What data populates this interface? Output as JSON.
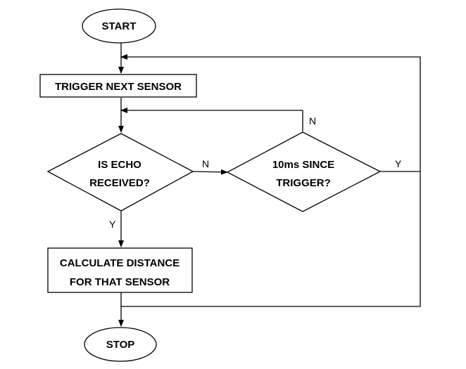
{
  "nodes": {
    "start": {
      "text": "START"
    },
    "trigger": {
      "text": "TRIGGER NEXT SENSOR"
    },
    "echo_decision": {
      "line1": "IS ECHO",
      "line2": "RECEIVED?"
    },
    "timeout_decision": {
      "line1": "10ms SINCE",
      "line2": "TRIGGER?"
    },
    "calculate": {
      "line1": "CALCULATE DISTANCE",
      "line2": "FOR THAT SENSOR"
    },
    "stop": {
      "text": "STOP"
    }
  },
  "edge_labels": {
    "echo_no": "N",
    "echo_yes": "Y",
    "timeout_no": "N",
    "timeout_yes": "Y"
  }
}
